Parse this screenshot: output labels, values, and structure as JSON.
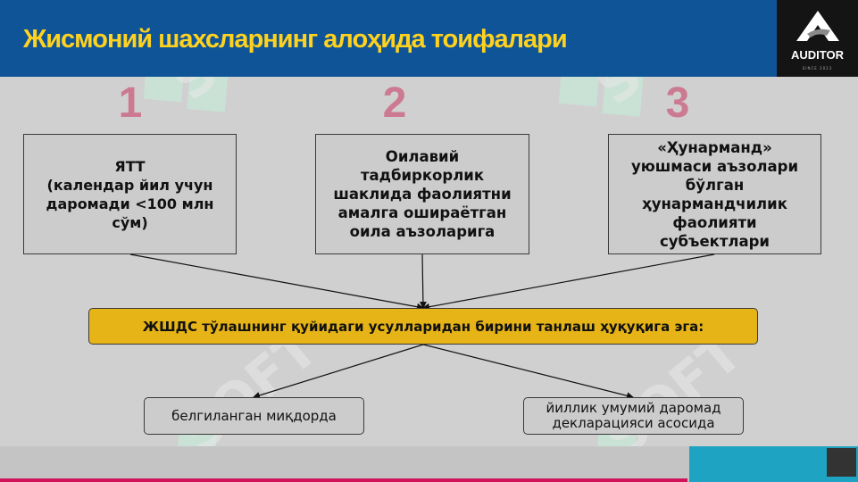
{
  "header": {
    "title": "Жисмоний шахсларнинг алоҳида тоифалари",
    "logo_text": "AUDITOR",
    "logo_sub": "SINCE 2023"
  },
  "categories": [
    {
      "number": "1",
      "lines": [
        "ЯТТ",
        "(календар йил учун",
        "даромади <100 млн",
        "сўм)"
      ]
    },
    {
      "number": "2",
      "lines": [
        "Оилавий",
        "тадбиркорлик",
        "шаклида фаолиятни",
        "амалга ошираётган",
        "оила аъзоларига"
      ]
    },
    {
      "number": "3",
      "lines": [
        "«Ҳунарманд»",
        "уюшмаси аъзолари",
        "бўлган",
        "ҳунармандчилик",
        "фаолияти",
        "субъектлари"
      ]
    }
  ],
  "center": {
    "text": "ЖШДС тўлашнинг қуйидаги усулларидан бирини танлаш ҳуқуқига эга:"
  },
  "options": [
    {
      "lines": [
        "белгиланган миқдорда"
      ]
    },
    {
      "lines": [
        "йиллик умумий даромад",
        "декларацияси асосида"
      ]
    }
  ],
  "watermark": {
    "text": "SOFT"
  },
  "colors": {
    "header_bg": "#0f5496",
    "title": "#ffd21f",
    "number": "#cc7a92",
    "center_box": "#e6b416",
    "footer_accent": "#d1145a",
    "footer_teal": "#1ea3c3"
  }
}
